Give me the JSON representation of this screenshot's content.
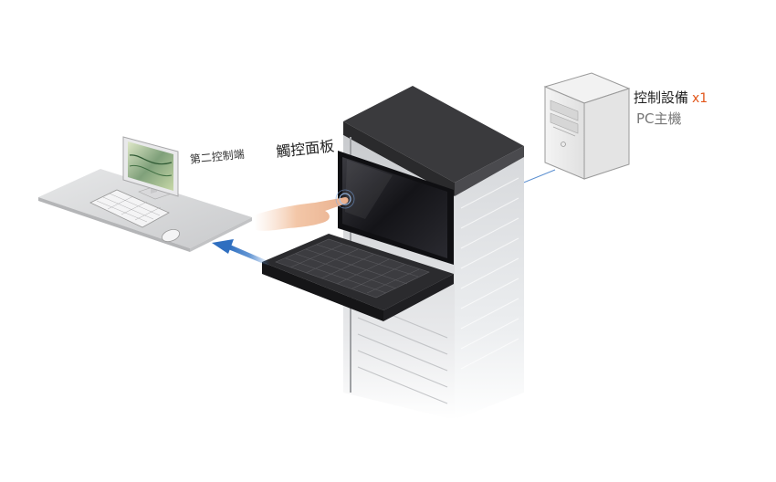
{
  "labels": {
    "second_console": "第二控制端",
    "touch_panel": "觸控面板",
    "control_device": "控制設備",
    "control_device_qty": "x1",
    "pc_host": "PC主機"
  },
  "colors": {
    "arrow": "#3d7cc9",
    "link_line": "#5b8fd0",
    "quantity_accent": "#e2561a",
    "rack_top": "#3a3a3d",
    "screen": "#1c1c20"
  },
  "icons": [
    "workstation-icon",
    "server-rack-icon",
    "lcd-console-drawer-icon",
    "touch-hand-icon",
    "pc-tower-icon",
    "direction-arrow-icon"
  ]
}
